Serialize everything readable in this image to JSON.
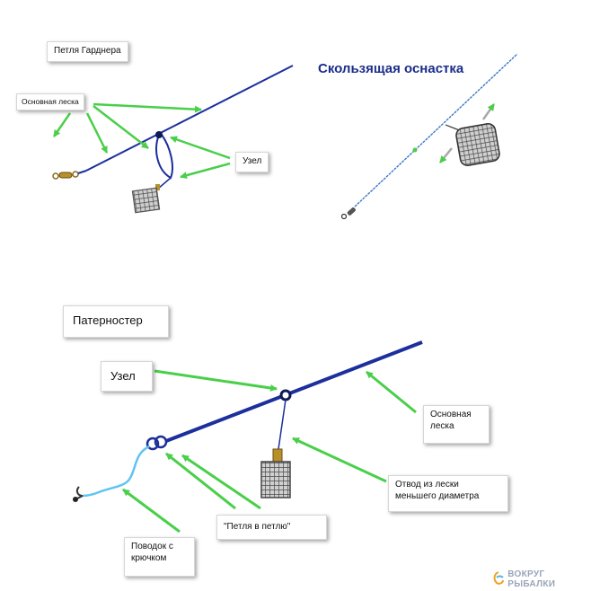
{
  "colors": {
    "line_main": "#1c2f9c",
    "line_thin": "#3b78c8",
    "leader": "#5fc4f0",
    "arrow": "#49cf49",
    "feeder_metal": "#6b6d66",
    "feeder_gold": "#b8902a"
  },
  "gardner": {
    "title": "Петля Гарднера",
    "main_line_label": "Основная леска",
    "knot_label": "Узел"
  },
  "sliding": {
    "title": "Скользящая оснастка"
  },
  "paternoster": {
    "title": "Патерностер",
    "knot_label": "Узел",
    "main_line_label_l1": "Основная",
    "main_line_label_l2": "леска",
    "branch_label_l1": "Отвод из лески",
    "branch_label_l2": "меньшего диаметра",
    "loop_label": "\"Петля в петлю\"",
    "leader_label_l1": "Поводок с",
    "leader_label_l2": "крючком"
  },
  "brand": {
    "text": "ВОКРУГ РЫБАЛКИ",
    "icon": "fish-hook-logo-icon"
  }
}
